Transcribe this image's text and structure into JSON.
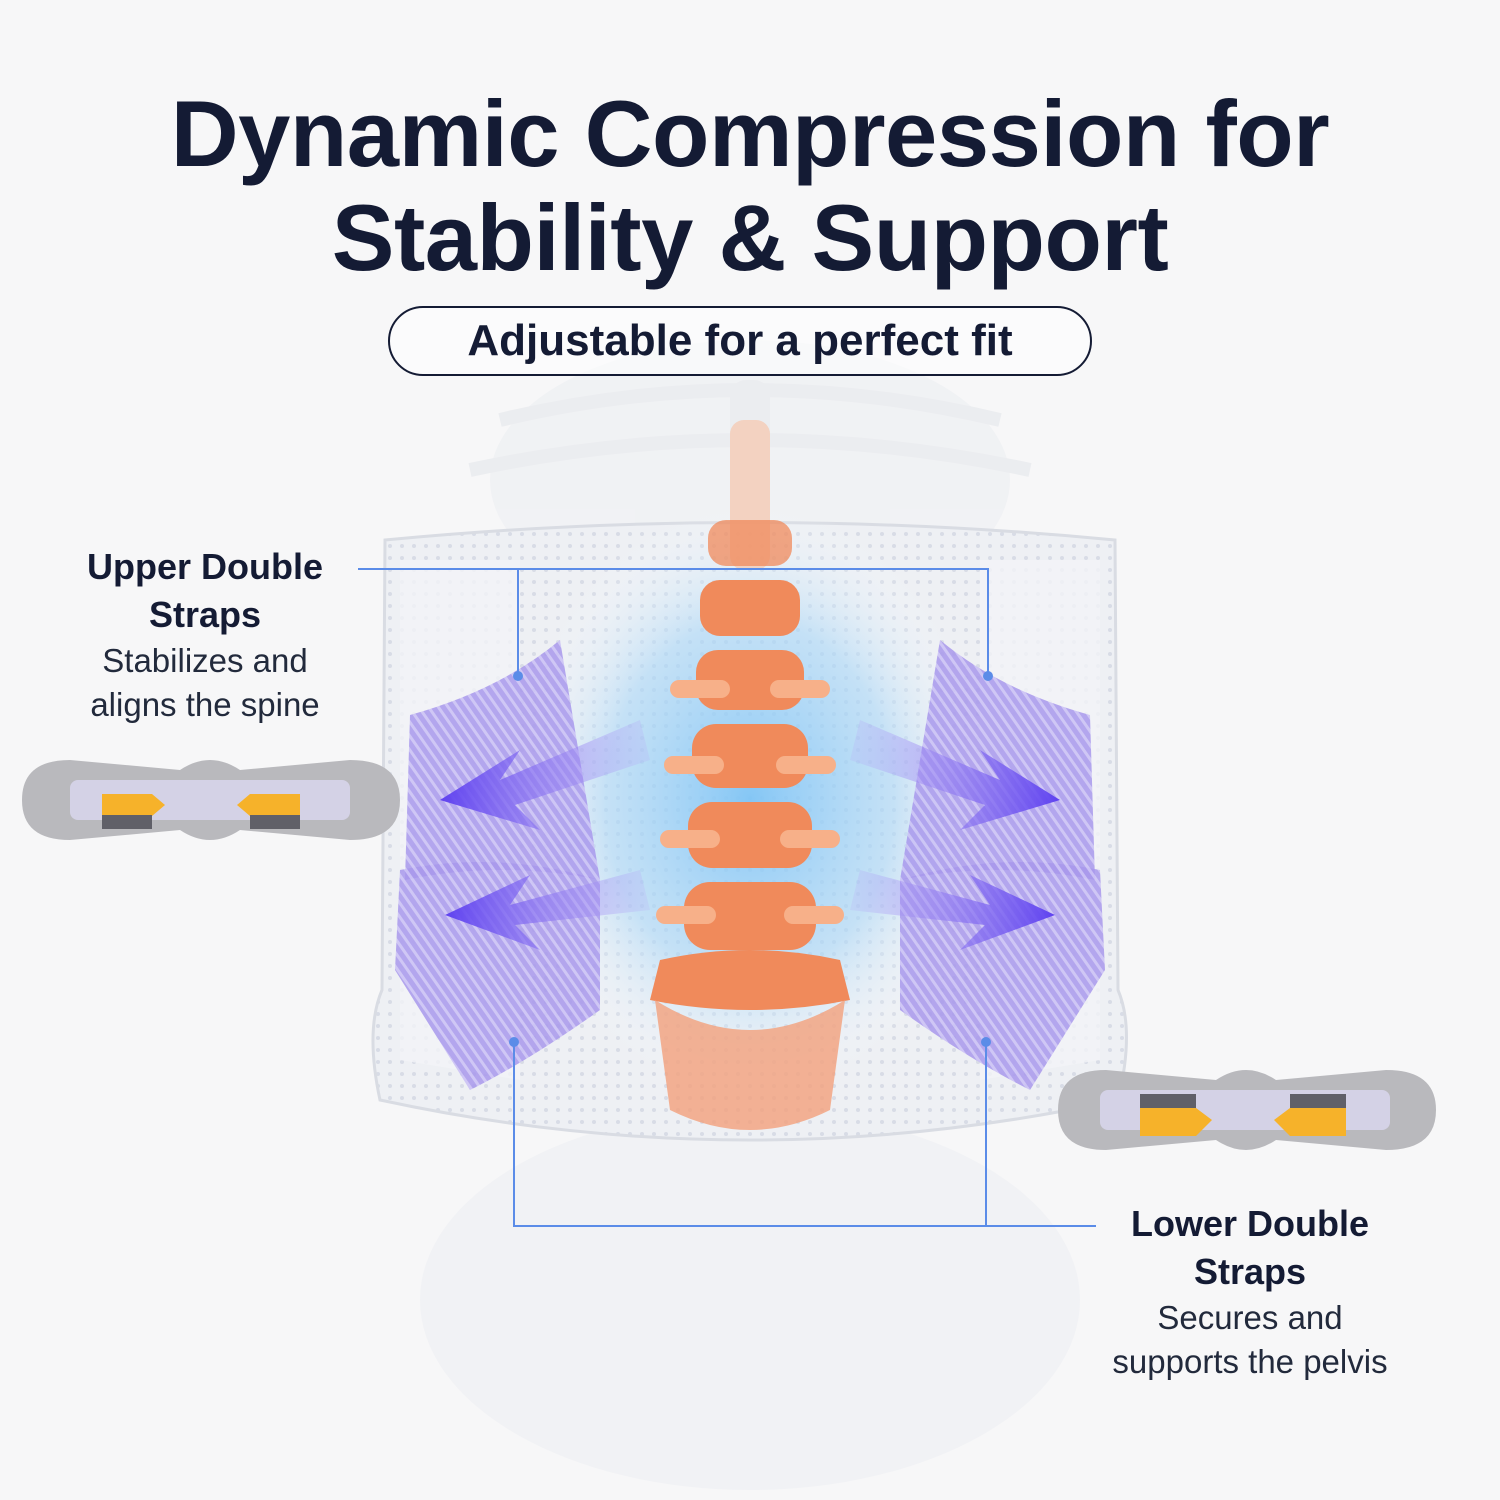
{
  "headline": {
    "line1": "Dynamic Compression for",
    "line2": "Stability & Support"
  },
  "subheadline": "Adjustable for a perfect fit",
  "callouts": {
    "upper": {
      "title_line1": "Upper Double",
      "title_line2": "Straps",
      "desc_line1": "Stabilizes and",
      "desc_line2": "aligns the spine"
    },
    "lower": {
      "title_line1": "Lower Double",
      "title_line2": "Straps",
      "desc_line1": "Secures and",
      "desc_line2": "supports the pelvis"
    }
  },
  "colors": {
    "text": "#141b34",
    "strap": "#8f7fe0",
    "arrow": "#6b4ff0",
    "spine": "#f08a5b",
    "glow": "#7fc4f5",
    "leader": "#5b8ce8",
    "belt": "#e9e9ee",
    "pad_yellow": "#f6b22a"
  },
  "icons": [
    "skeleton-illustration",
    "back-brace-illustration",
    "compression-arrow-icon",
    "strap-diagram-icon"
  ]
}
